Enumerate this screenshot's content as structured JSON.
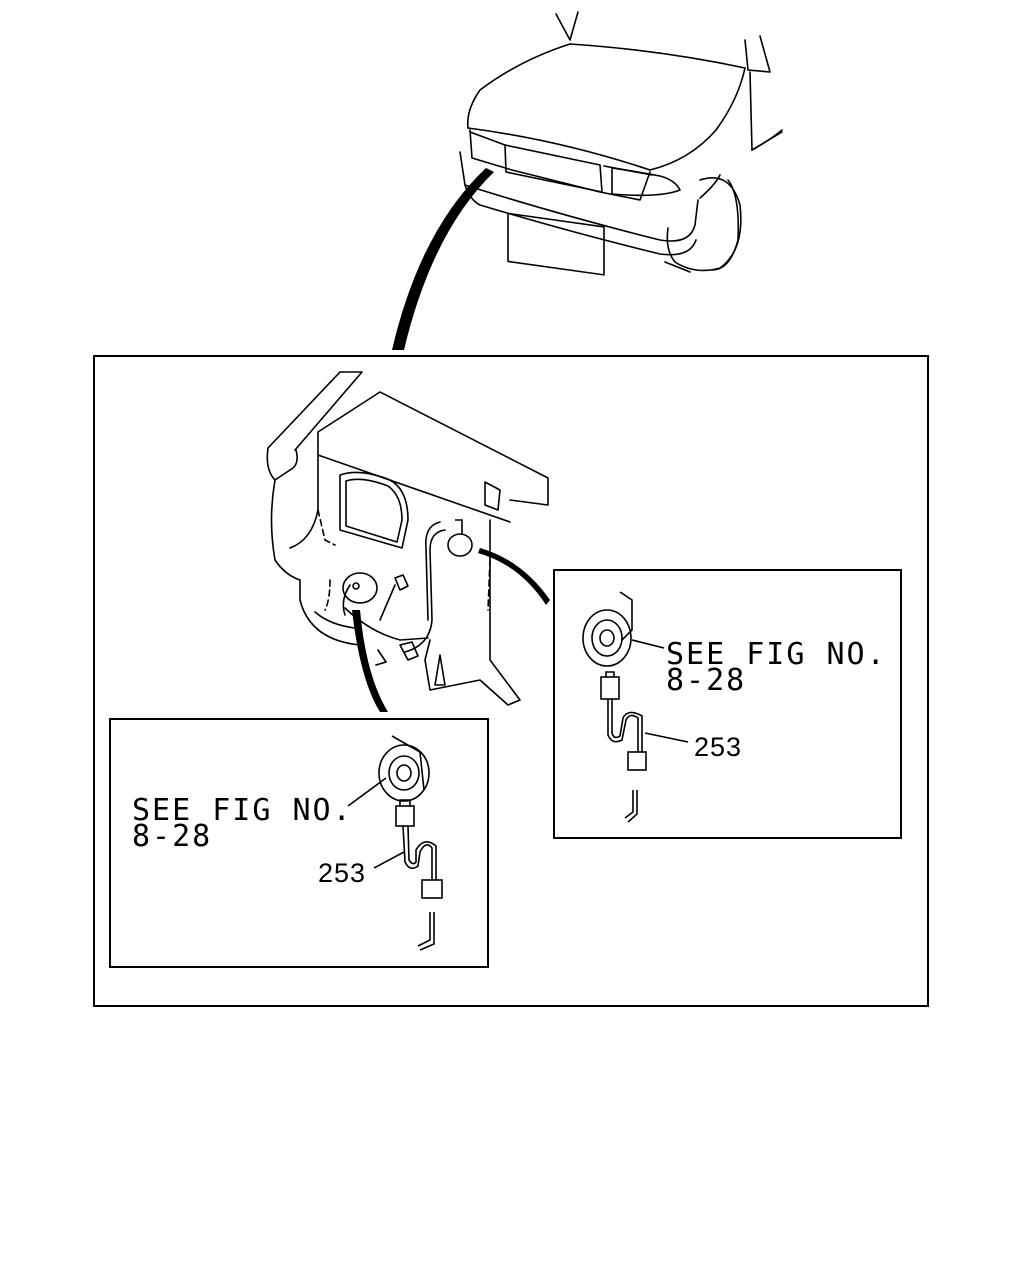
{
  "right_callout": {
    "see_line1": "SEE FIG NO.",
    "see_line2": "8-28",
    "part_ref": "253"
  },
  "left_callout": {
    "see_line1": "SEE FIG NO.",
    "see_line2": "8-28",
    "part_ref": "253"
  },
  "colors": {
    "ink": "#000000",
    "paper": "#ffffff"
  }
}
